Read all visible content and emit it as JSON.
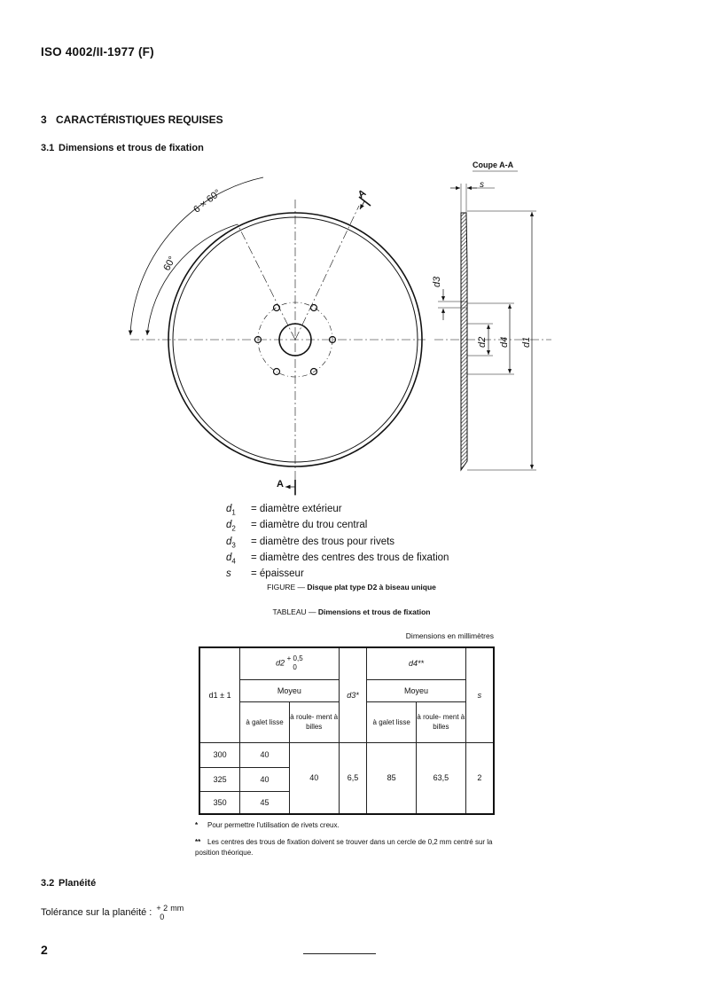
{
  "header": {
    "doc_id": "ISO 4002/II-1977 (F)"
  },
  "section": {
    "number": "3",
    "title": "CARACTÉRISTIQUES REQUISES"
  },
  "subsection_1": {
    "number": "3.1",
    "title": "Dimensions et trous de fixation"
  },
  "figure": {
    "section_label": "Coupe A-A",
    "angle_label_total": "6 × 60°",
    "angle_label_single": "60°",
    "cut_letter": "A",
    "dim_labels": {
      "d1": "d1",
      "d2": "d2",
      "d3": "d3",
      "d4": "d4",
      "s": "s"
    }
  },
  "legend": [
    {
      "sym": "d",
      "sub": "1",
      "text": "= diamètre extérieur"
    },
    {
      "sym": "d",
      "sub": "2",
      "text": "= diamètre du trou central"
    },
    {
      "sym": "d",
      "sub": "3",
      "text": "= diamètre des trous pour rivets"
    },
    {
      "sym": "d",
      "sub": "4",
      "text": "= diamètre des centres des trous de fixation"
    },
    {
      "sym": "s",
      "sub": "",
      "text": "= épaisseur"
    }
  ],
  "figure_caption": {
    "prefix": "FIGURE — ",
    "title": "Disque plat type D2 à biseau unique"
  },
  "table_caption": {
    "prefix": "TABLEAU — ",
    "title": "Dimensions et trous de fixation"
  },
  "table": {
    "units_note": "Dimensions en millimètres",
    "headers": {
      "d1": "d1 ± 1",
      "d2": "d2",
      "d2_tol_upper": "+ 0,5",
      "d2_tol_lower": "0",
      "d3": "d3*",
      "d4": "d4**",
      "s": "s",
      "moyeu": "Moyeu",
      "galet": "à galet lisse",
      "roulement": "à roule- ment à billes"
    },
    "rows": [
      {
        "d1": "300",
        "d2_galet": "40"
      },
      {
        "d1": "325",
        "d2_galet": "40"
      },
      {
        "d1": "350",
        "d2_galet": "45"
      }
    ],
    "merged": {
      "d2_roulement": "40",
      "d3": "6,5",
      "d4_galet": "85",
      "d4_roulement": "63,5",
      "s": "2"
    }
  },
  "footnotes": [
    {
      "mark": "*",
      "text": "Pour permettre l'utilisation de rivets creux."
    },
    {
      "mark": "**",
      "text": "Les centres des trous de fixation doivent se trouver dans un cercle de 0,2 mm centré sur la position théorique."
    }
  ],
  "subsection_2": {
    "number": "3.2",
    "title": "Planéité"
  },
  "tolerance": {
    "label": "Tolérance sur la planéité :",
    "upper": "+ 2",
    "lower": "0",
    "unit": "mm"
  },
  "page_number": "2"
}
